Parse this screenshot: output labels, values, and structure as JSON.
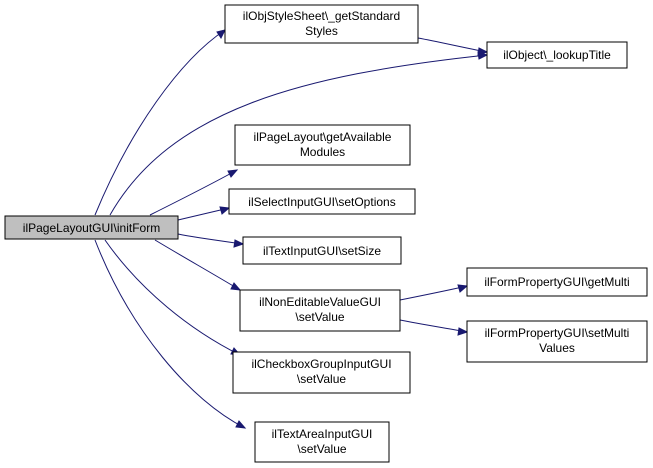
{
  "nodes": {
    "root": {
      "lines": [
        "ilPageLayoutGUI\\initForm"
      ]
    },
    "objstyle": {
      "lines": [
        "ilObjStyleSheet\\_getStandard",
        "Styles"
      ]
    },
    "lookup": {
      "lines": [
        "ilObject\\_lookupTitle"
      ]
    },
    "pagelayout": {
      "lines": [
        "ilPageLayout\\getAvailable",
        "Modules"
      ]
    },
    "selectinput": {
      "lines": [
        "ilSelectInputGUI\\setOptions"
      ]
    },
    "textinput": {
      "lines": [
        "ilTextInputGUI\\setSize"
      ]
    },
    "noneditable": {
      "lines": [
        "ilNonEditableValueGUI",
        "\\setValue"
      ]
    },
    "getmulti": {
      "lines": [
        "ilFormPropertyGUI\\getMulti"
      ]
    },
    "setmulti": {
      "lines": [
        "ilFormPropertyGUI\\setMulti",
        "Values"
      ]
    },
    "checkbox": {
      "lines": [
        "ilCheckboxGroupInputGUI",
        "\\setValue"
      ]
    },
    "textarea": {
      "lines": [
        "ilTextAreaInputGUI",
        "\\setValue"
      ]
    }
  },
  "colors": {
    "edge": "#191970",
    "root_fill": "#bfbfbf",
    "node_fill": "#ffffff",
    "border": "#000000"
  }
}
